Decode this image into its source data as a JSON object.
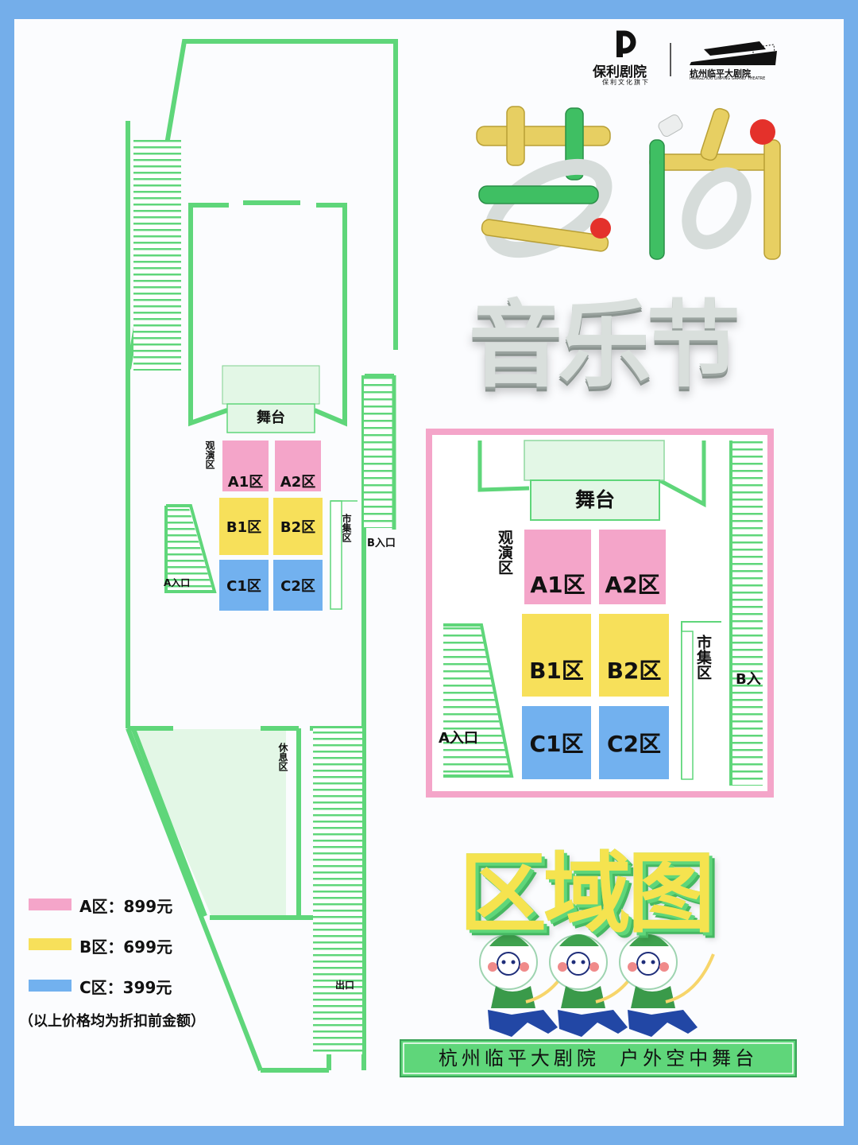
{
  "brand": {
    "poly_name": "保利剧院",
    "poly_sub": "保利文化旗下",
    "theatre_cn": "杭州临平大剧院",
    "theatre_en": "HANGZHOU LINPING GRAND THEATRE"
  },
  "title": {
    "line1": "艺尚",
    "line2": "音乐节",
    "map_title": "区域图"
  },
  "main_map": {
    "stage": "舞台",
    "audience_area": "观演区",
    "market_area": "市集区",
    "rest_area": "休息区",
    "entrance_a": "A入口",
    "entrance_b": "B入口",
    "exit": "出口",
    "zones": [
      "A1区",
      "A2区",
      "B1区",
      "B2区",
      "C1区",
      "C2区"
    ]
  },
  "inset_map": {
    "stage": "舞台",
    "audience_area": "观演区",
    "market_area": "市集区",
    "entrance_a": "A入口",
    "entrance_b": "B入",
    "zones": [
      "A1区",
      "A2区",
      "B1区",
      "B2区",
      "C1区",
      "C2区"
    ]
  },
  "legend": {
    "items": [
      {
        "label": "A区：899元",
        "color": "#f4a5c9"
      },
      {
        "label": "B区：699元",
        "color": "#f7e05a"
      },
      {
        "label": "C区：399元",
        "color": "#72b1ef"
      }
    ],
    "note": "（以上价格均为折扣前金额）"
  },
  "footer": {
    "venue": "杭州临平大剧院  户外空中舞台"
  },
  "colors": {
    "green": "#5fd67a",
    "pink": "#f4a5c9",
    "yellow": "#f7e05a",
    "blue": "#72b1ef",
    "light_green": "#e3f7e6",
    "frame": "#74aeea"
  }
}
